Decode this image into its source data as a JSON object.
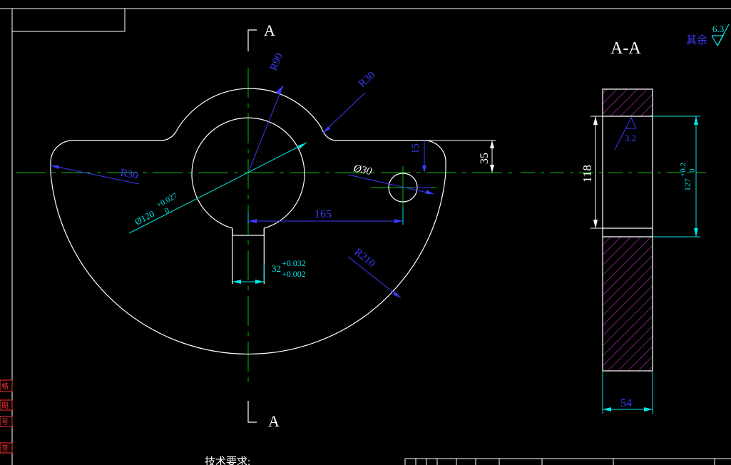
{
  "section": {
    "mark": "A",
    "view_title": "A-A"
  },
  "roughness": {
    "note": "其余",
    "value": "6.3",
    "face_value": "3.2"
  },
  "dims": {
    "r90": "R90",
    "r30_top": "R30",
    "r30_left": "R30",
    "r210": "R210",
    "dia30": "Ø30",
    "dia120": "Ø120",
    "dia120_tol_upper": "+0.027",
    "dia120_tol_lower": "0",
    "d165": "165",
    "d15": "15",
    "d35": "35",
    "d32": "32",
    "d32_tol_upper": "+0.032",
    "d32_tol_lower": "+0.002",
    "d118": "118",
    "d127": "127",
    "d127_tol_upper": "+0.2",
    "d127_tol_lower": "0",
    "d54": "54"
  },
  "notes": {
    "tech_requirements": "技术要求:"
  },
  "margin_labels": [
    "格",
    "期",
    "号",
    "签"
  ],
  "colors": {
    "background": "#000000",
    "outline": "#ffffff",
    "centerline": "#00c000",
    "dimension": "#00e5e5",
    "leader": "#3b3bff",
    "hatch": "#cc33cc",
    "frame_mark": "#ff3030"
  }
}
